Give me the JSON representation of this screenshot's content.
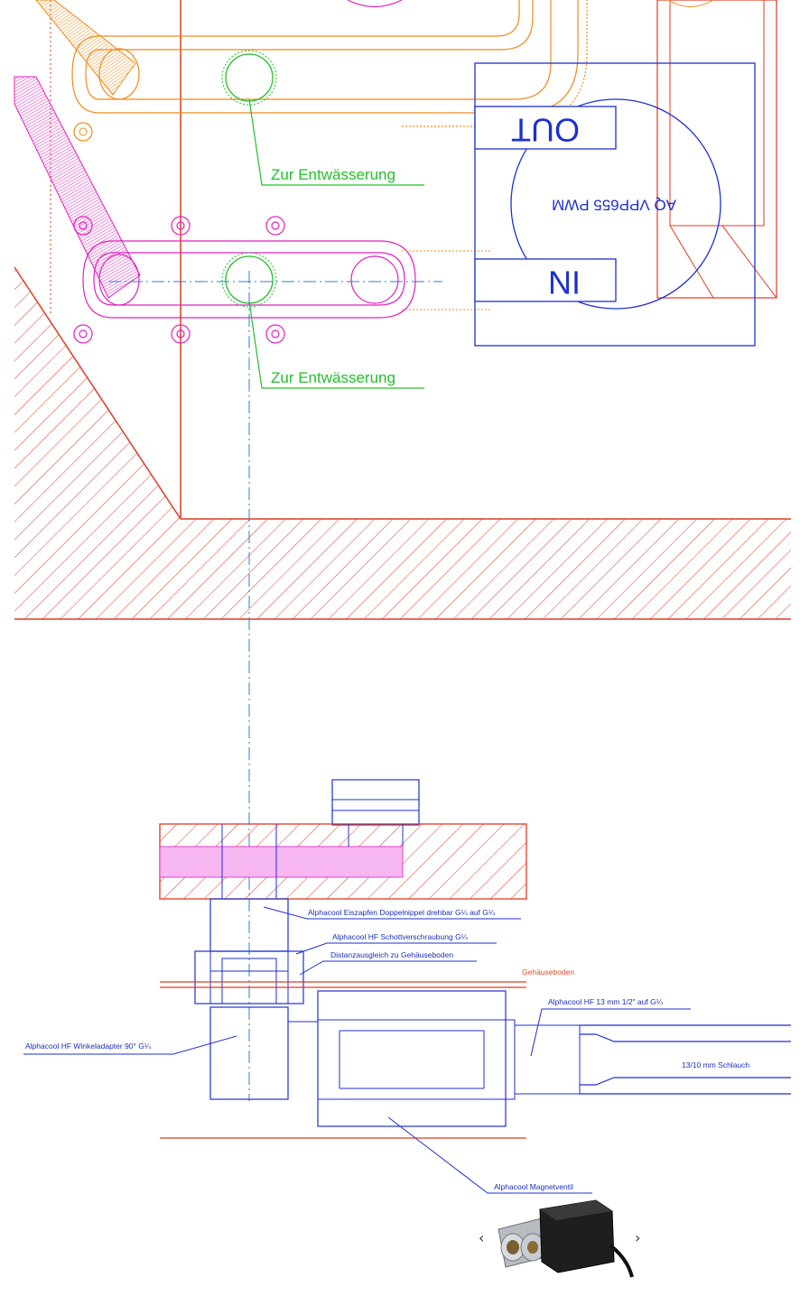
{
  "labels": {
    "drain_1": "Zur Entwässerung",
    "drain_2": "Zur Entwässerung",
    "pump_out": "OUT",
    "pump_in": "IN",
    "pump_model": "AQ VPP655 PWM",
    "eiszapfen": "Alphacool Eiszapfen Doppelnippel drehbar G¼ auf G¼",
    "schott": "Alphacool HF Schottverschraubung G¼",
    "distanz": "Distanzausgleich zu Gehäuseboden",
    "gehaeuseboden": "Gehäuseboden",
    "hf13": "Alphacool HF 13 mm 1/2\" auf G¼",
    "schlauch": "13/10 mm Schlauch",
    "winkel": "Alphacool HF Winkeladapter 90° G¼",
    "magnet": "Alphacool Magnetventil"
  },
  "carousel": {
    "prev": "‹",
    "next": "›"
  },
  "colors": {
    "red": "#e03a22",
    "blue": "#1c2fb8",
    "green": "#22c02a",
    "orange": "#f08a1a",
    "magenta": "#e020c0",
    "pink_fill": "#f6b6f0"
  }
}
